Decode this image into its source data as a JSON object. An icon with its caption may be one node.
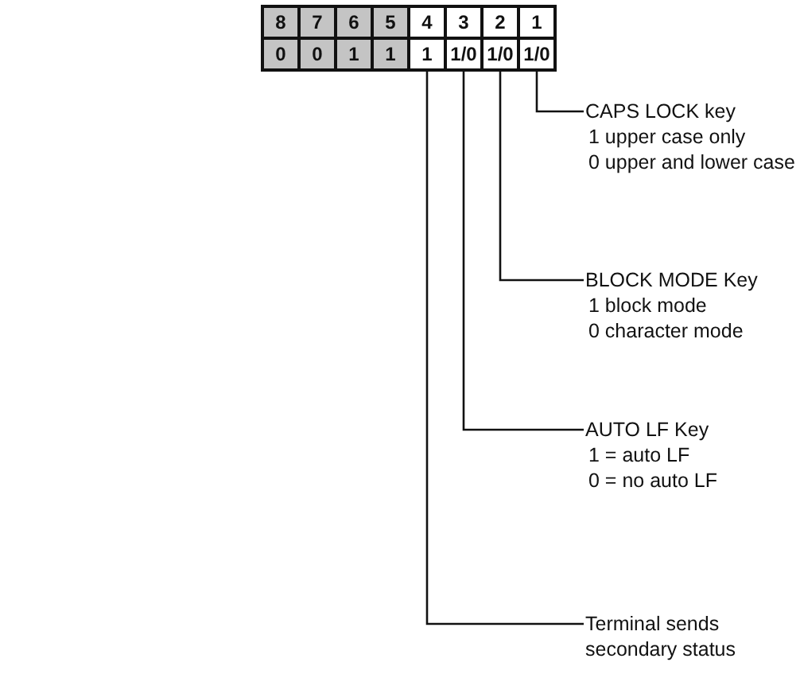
{
  "diagram": {
    "nodes": [
      {
        "text": [
          "8"
        ]
      },
      {
        "text": [
          "7"
        ]
      },
      {
        "text": [
          "6"
        ]
      },
      {
        "text": [
          "5"
        ]
      },
      {
        "text": [
          "4"
        ]
      },
      {
        "text": [
          "3"
        ]
      },
      {
        "text": [
          "2"
        ]
      },
      {
        "text": [
          "1"
        ]
      },
      {
        "text": [
          "0"
        ]
      },
      {
        "text": [
          "0"
        ]
      },
      {
        "text": [
          "1"
        ]
      },
      {
        "text": [
          "1"
        ]
      },
      {
        "text": [
          "1"
        ]
      },
      {
        "text": [
          "1/0"
        ]
      },
      {
        "text": [
          "1/0"
        ]
      },
      {
        "text": [
          "1/0"
        ]
      },
      {
        "text": [
          "CAPS LOCK key",
          "1 upper case only",
          "0 upper and lower case"
        ]
      },
      {
        "text": [
          "BLOCK MODE Key",
          "1 block mode",
          "0 character mode"
        ]
      },
      {
        "text": [
          "AUTO LF Key",
          "1 = auto LF",
          "0 = no auto LF"
        ]
      },
      {
        "text": [
          "Terminal sends secondary status"
        ]
      }
    ],
    "edges": [
      {
        "from": 16,
        "to": 15,
        "arrow": "none"
      },
      {
        "from": 17,
        "to": 14,
        "arrow": "none"
      },
      {
        "from": 18,
        "to": 13,
        "arrow": "none"
      },
      {
        "from": 19,
        "to": 12,
        "arrow": "none"
      }
    ]
  }
}
